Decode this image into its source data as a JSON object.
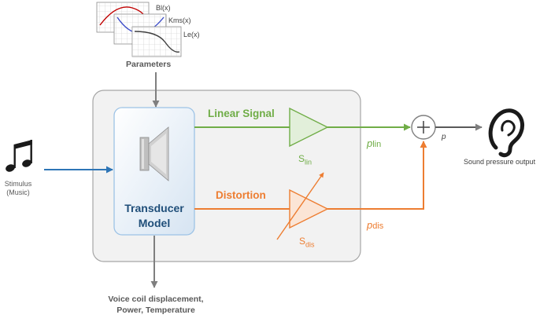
{
  "diagram": {
    "parameters_label": "Parameters",
    "parameter_curves": [
      "Bl(x)",
      "Kms(x)",
      "Le(x)"
    ],
    "stimulus": {
      "line1": "Stimulus",
      "line2": "(Music)"
    },
    "transducer": {
      "line1": "Transducer",
      "line2": "Model"
    },
    "linear_signal": "Linear Signal",
    "distortion": "Distortion",
    "s_lin": {
      "base": "S",
      "sub": "lin"
    },
    "s_dis": {
      "base": "S",
      "sub": "dis"
    },
    "p_lin": {
      "base": "p",
      "sub": "lin"
    },
    "p_dis": {
      "base": "p",
      "sub": "dis"
    },
    "sum_symbol": "+",
    "p_out": "p",
    "sound_output": "Sound pressure output",
    "outputs": {
      "line1": "Voice coil displacement,",
      "line2": "Power, Temperature"
    }
  },
  "colors": {
    "linear": "#70ad47",
    "distortion": "#ed7d31",
    "transducer_text": "#1f4e79",
    "stimulus_arrow": "#2e75b6",
    "gray_text": "#595959"
  },
  "icons": [
    "music-note-icon",
    "ear-icon",
    "speaker-icon",
    "plot-thumbnail-icon"
  ]
}
